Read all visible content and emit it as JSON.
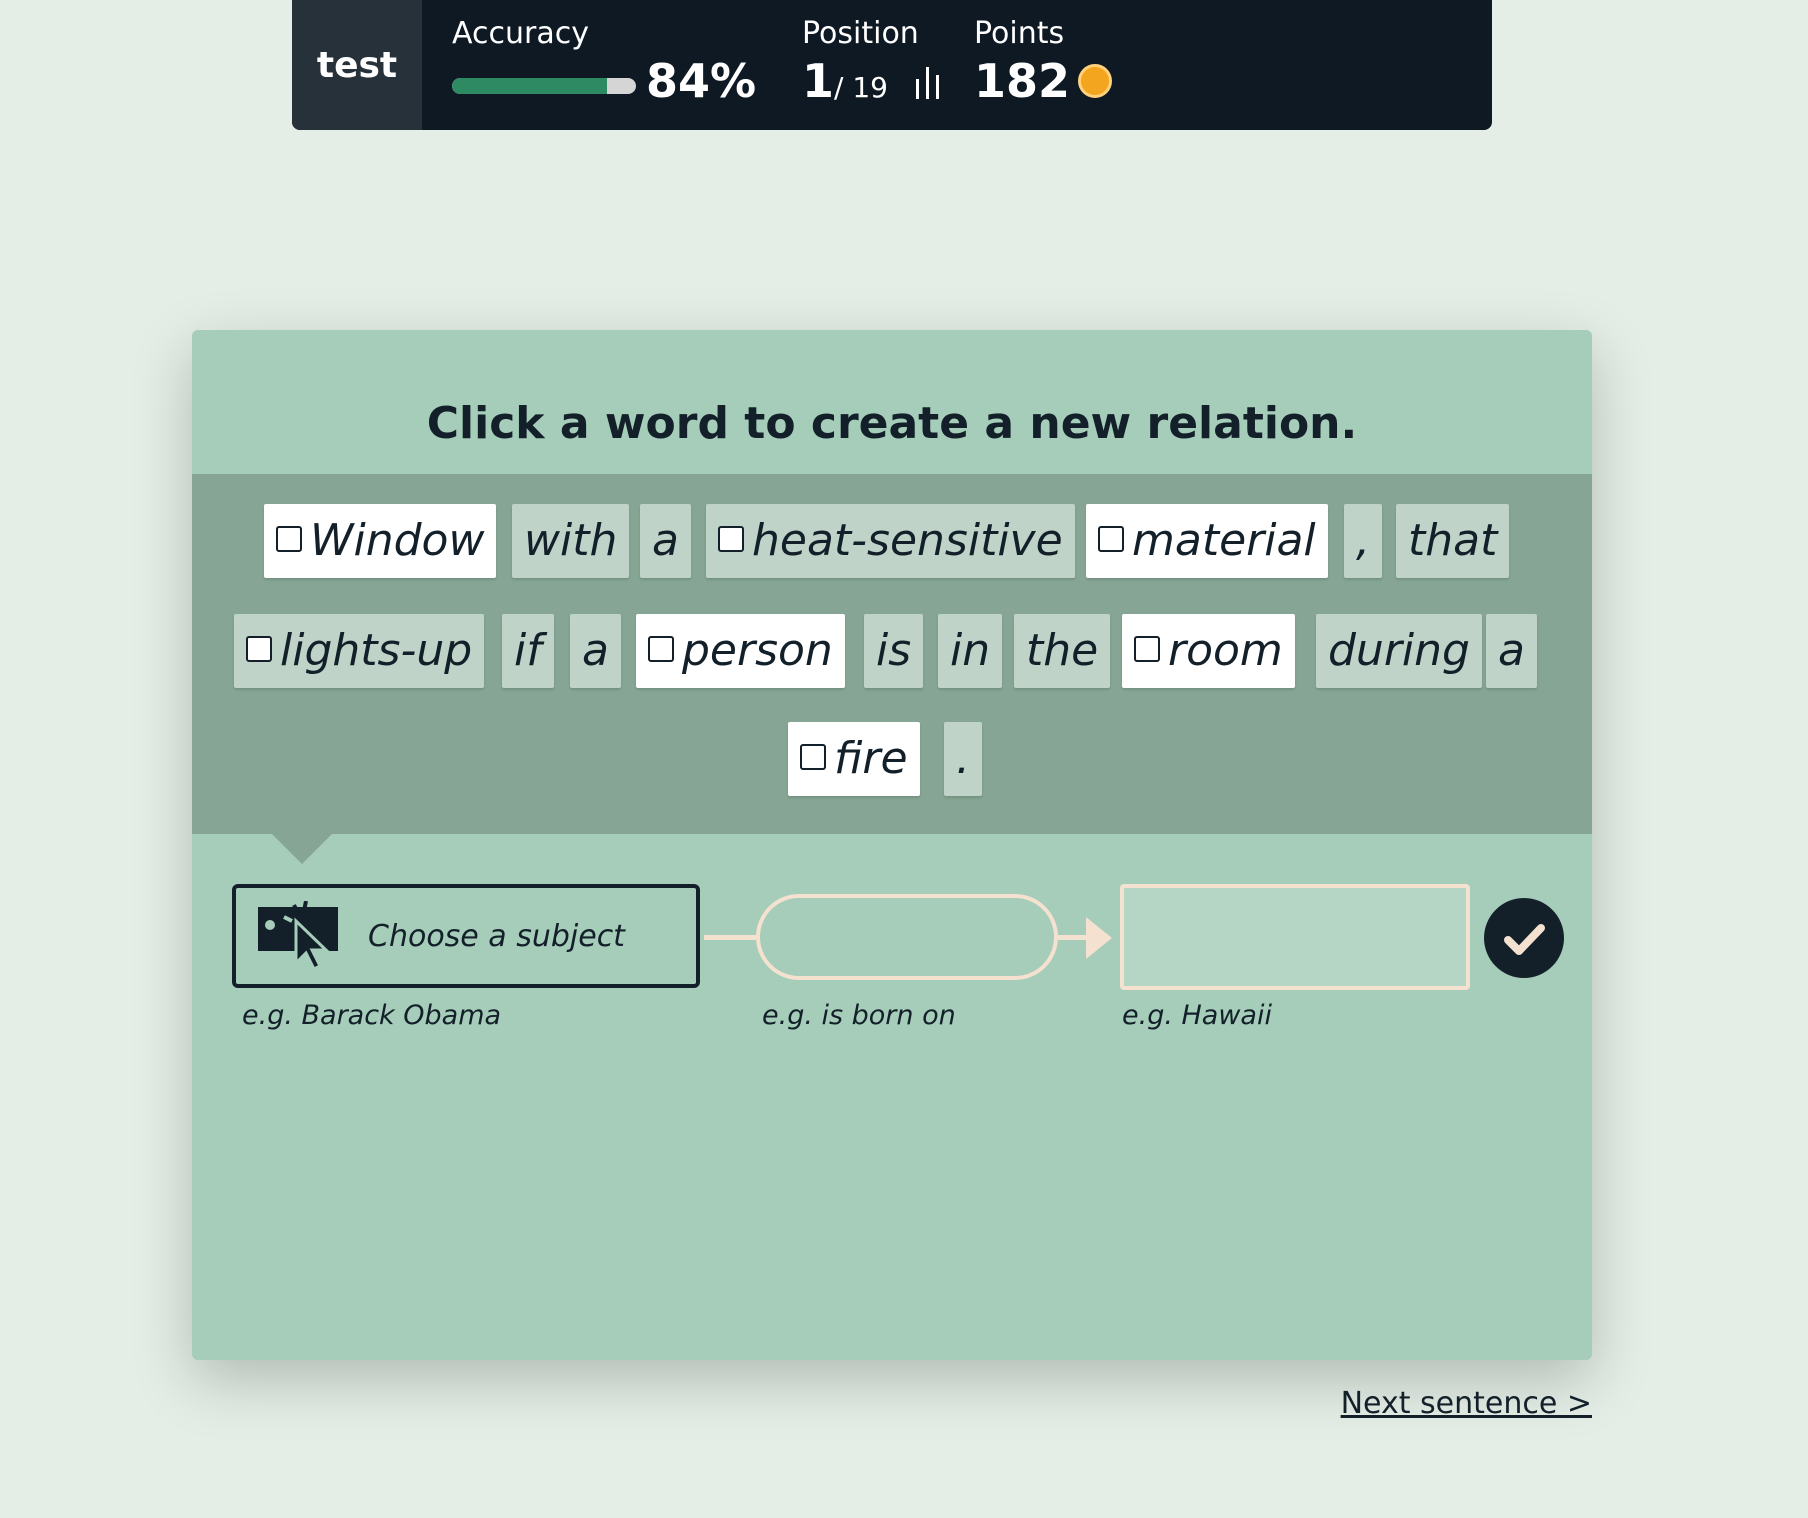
{
  "header": {
    "task_name": "test",
    "accuracy": {
      "label": "Accuracy",
      "value_text": "84%",
      "fill_fraction": 0.84
    },
    "position": {
      "label": "Position",
      "current": "1",
      "total": "/ 19",
      "icon": "leaderboard-bars-icon"
    },
    "points": {
      "label": "Points",
      "value": "182",
      "icon": "coin-icon"
    }
  },
  "card": {
    "instruction": "Click a word to create a new relation.",
    "tokens": [
      {
        "text": "Window",
        "selectable": true
      },
      {
        "text": "with",
        "selectable": false
      },
      {
        "text": "a",
        "selectable": false
      },
      {
        "text": "heat-sensitive",
        "selectable": true
      },
      {
        "text": "material",
        "selectable": true
      },
      {
        "text": ",",
        "selectable": false
      },
      {
        "text": "that",
        "selectable": false
      },
      {
        "text": "lights-up",
        "selectable": false,
        "checkbox": true
      },
      {
        "text": "if",
        "selectable": false
      },
      {
        "text": "a",
        "selectable": false
      },
      {
        "text": "person",
        "selectable": true
      },
      {
        "text": "is",
        "selectable": false
      },
      {
        "text": "in",
        "selectable": false
      },
      {
        "text": "the",
        "selectable": false
      },
      {
        "text": "room",
        "selectable": true
      },
      {
        "text": "during",
        "selectable": false
      },
      {
        "text": "a",
        "selectable": false
      },
      {
        "text": "fire",
        "selectable": true
      },
      {
        "text": ".",
        "selectable": false
      }
    ],
    "relation": {
      "subject_placeholder": "Choose a subject",
      "subject_icon": "click-cursor-icon",
      "subject_hint": "e.g. Barack Obama",
      "relation_hint": "e.g. is born on",
      "object_hint": "e.g. Hawaii",
      "confirm_icon": "checkmark-icon"
    }
  },
  "footer": {
    "next_label": "Next sentence >"
  },
  "colors": {
    "page_bg": "#e4eee6",
    "header_bg": "#0e1923",
    "card_bg": "#a6cdb9",
    "sentence_bg": "#86a594",
    "accent_green": "#2d8a63",
    "connector": "#f4e1cf",
    "coin": "#f4a520"
  }
}
